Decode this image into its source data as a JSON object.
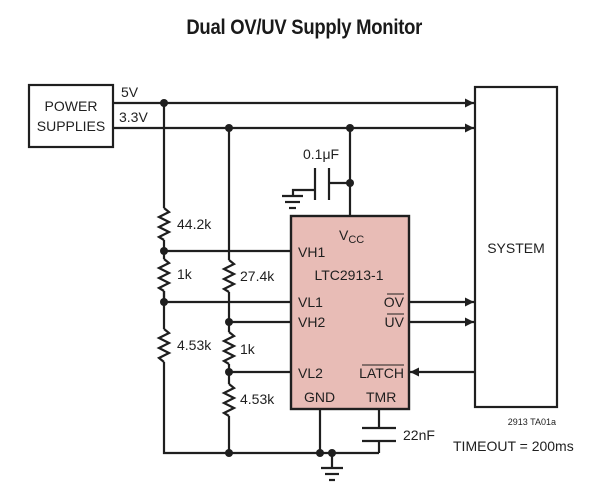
{
  "title": "Dual OV/UV Supply Monitor",
  "colors": {
    "chip_fill": "#e8bcb6",
    "line": "#1f1f1f"
  },
  "power_supplies": {
    "line1": "POWER",
    "line2": "SUPPLIES"
  },
  "rails": {
    "v5": "5V",
    "v33": "3.3V"
  },
  "capacitors": {
    "vcc_bypass": "0.1μF",
    "timer": "22nF"
  },
  "resistors": {
    "r1": "44.2k",
    "r2": "1k",
    "r3": "4.53k",
    "r4": "27.4k",
    "r5": "1k",
    "r6": "4.53k"
  },
  "chip": {
    "name": "LTC2913-1",
    "vcc_main": "V",
    "vcc_sub": "CC",
    "pins": {
      "vh1": "VH1",
      "vl1": "VL1",
      "vh2": "VH2",
      "vl2": "VL2",
      "gnd": "GND",
      "tmr": "TMR",
      "ov": "OV",
      "uv": "UV",
      "latch": "LATCH"
    }
  },
  "system": {
    "label": "SYSTEM"
  },
  "figure_id": "2913 TA01a",
  "timeout": "TIMEOUT = 200ms"
}
